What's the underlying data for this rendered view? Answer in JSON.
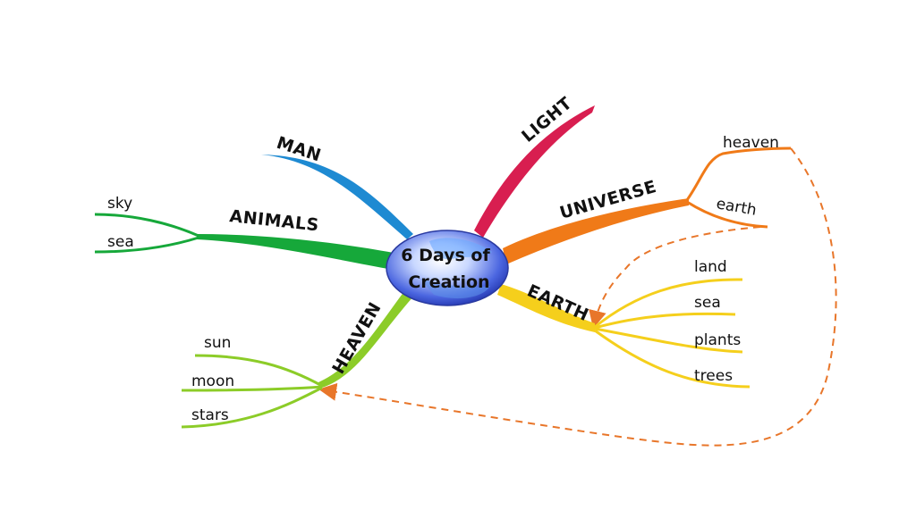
{
  "center": {
    "line1": "6 Days of",
    "line2": "Creation"
  },
  "branches": {
    "light": {
      "label": "LIGHT",
      "color": "#d81e50"
    },
    "universe": {
      "label": "UNIVERSE",
      "color": "#f07a18",
      "subs": [
        "heaven",
        "earth"
      ]
    },
    "earth": {
      "label": "EARTH",
      "color": "#f5cf1c",
      "subs": [
        "land",
        "sea",
        "plants",
        "trees"
      ]
    },
    "heaven": {
      "label": "HEAVEN",
      "color": "#8ccc28",
      "subs": [
        "sun",
        "moon",
        "stars"
      ]
    },
    "animals": {
      "label": "ANIMALS",
      "color": "#16a83a",
      "subs": [
        "sky",
        "sea"
      ]
    },
    "man": {
      "label": "MAN",
      "color": "#1e8ad2"
    }
  },
  "links_color": "#e8762a"
}
